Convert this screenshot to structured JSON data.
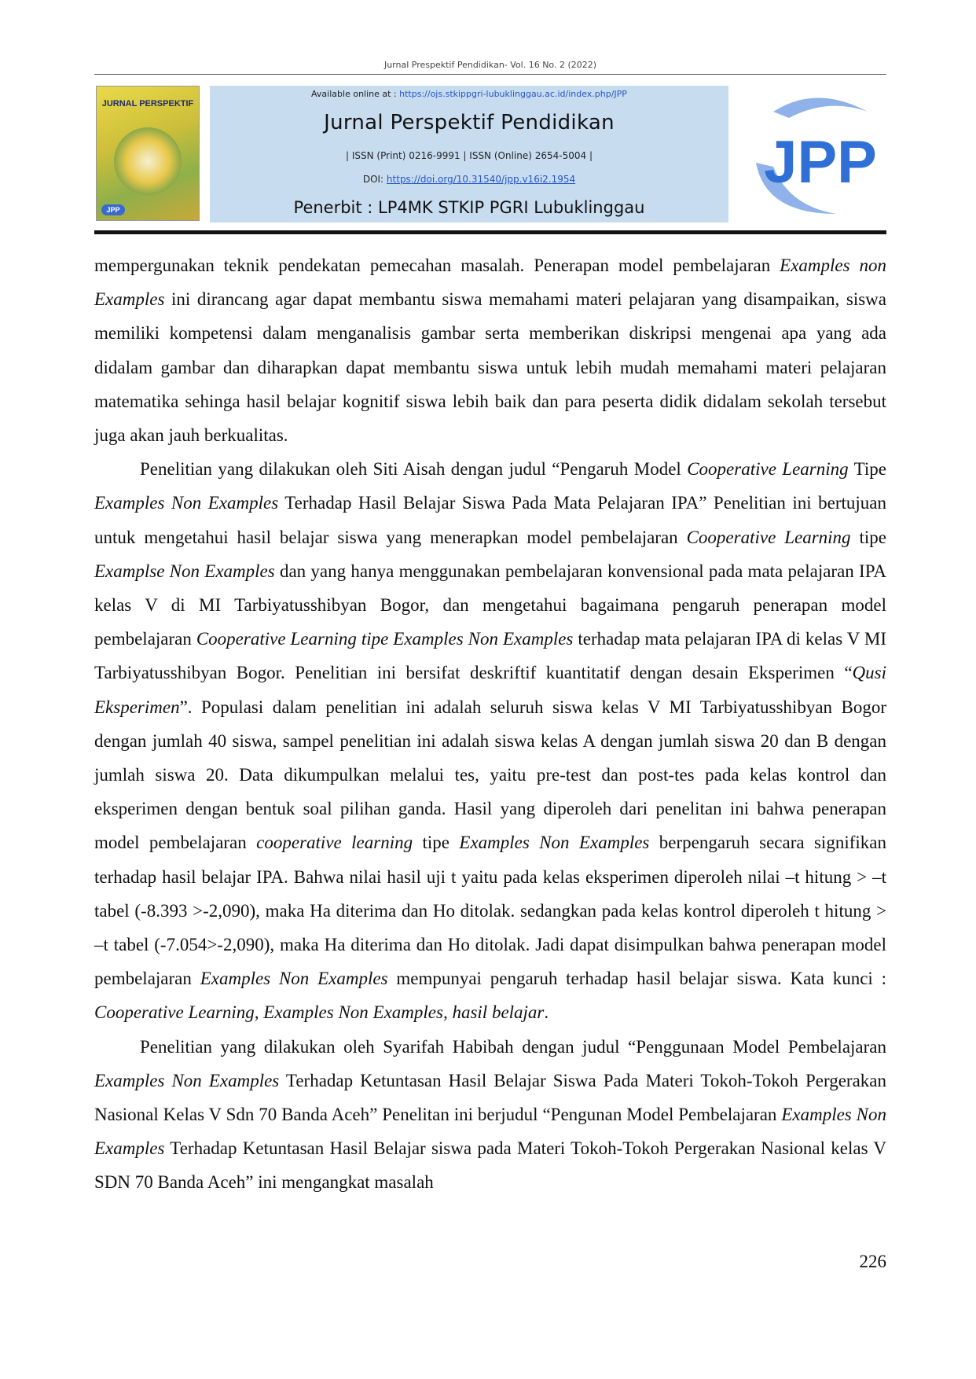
{
  "running_head": "Jurnal Prespektif Pendidikan- Vol. 16 No. 2 (2022)",
  "cover": {
    "title_line": "JURNAL PERSPEKTIF",
    "badge": "JPP"
  },
  "banner": {
    "available_prefix": "Available online at : ",
    "available_url": "https://ojs.stkippgri-lubuklinggau.ac.id/index.php/JPP",
    "journal_title": "Jurnal Perspektif Pendidikan",
    "issn": "| ISSN (Print) 0216-9991 | ISSN (Online) 2654-5004 |",
    "doi_prefix": "DOI: ",
    "doi_url": "https://doi.org/10.31540/jpp.v16i2.1954",
    "publisher": "Penerbit : LP4MK STKIP PGRI Lubuklinggau"
  },
  "logo": {
    "text": "JPP",
    "colors": {
      "primary": "#2f6fd6",
      "secondary": "#8fb2ea"
    }
  },
  "paragraphs": [
    {
      "indent": false,
      "segments": [
        {
          "t": "mempergunakan teknik pendekatan pemecahan masalah. Penerapan model pembelajaran "
        },
        {
          "t": "Examples non Examples",
          "i": true
        },
        {
          "t": " ini dirancang agar dapat membantu siswa memahami materi pelajaran yang disampaikan, siswa memiliki kompetensi dalam menganalisis gambar serta memberikan diskripsi mengenai apa yang ada didalam gambar dan diharapkan dapat membantu siswa untuk lebih mudah memahami materi pelajaran matematika sehinga hasil belajar kognitif siswa lebih baik dan para peserta didik didalam sekolah tersebut juga akan jauh berkualitas."
        }
      ]
    },
    {
      "indent": true,
      "segments": [
        {
          "t": "Penelitian yang dilakukan oleh Siti Aisah dengan judul “Pengaruh Model "
        },
        {
          "t": "Cooperative Learning",
          "i": true
        },
        {
          "t": " Tipe "
        },
        {
          "t": "Examples Non Examples",
          "i": true
        },
        {
          "t": " Terhadap Hasil Belajar Siswa Pada Mata Pelajaran IPA” Penelitian ini bertujuan untuk mengetahui hasil belajar siswa yang menerapkan model pembelajaran "
        },
        {
          "t": "Cooperative Learning",
          "i": true
        },
        {
          "t": " tipe "
        },
        {
          "t": "Examplse Non Examples",
          "i": true
        },
        {
          "t": " dan yang hanya menggunakan pembelajaran konvensional pada mata pelajaran IPA kelas V di MI Tarbiyatusshibyan Bogor, dan mengetahui bagaimana pengaruh penerapan model pembelajaran "
        },
        {
          "t": "Cooperative Learning tipe Examples Non Examples",
          "i": true
        },
        {
          "t": " terhadap mata pelajaran IPA di kelas V MI Tarbiyatusshibyan Bogor. Penelitian ini bersifat deskriftif kuantitatif dengan desain Eksperimen “"
        },
        {
          "t": "Qusi Eksperimen",
          "i": true
        },
        {
          "t": "”. Populasi dalam penelitian ini adalah seluruh siswa kelas V MI Tarbiyatusshibyan Bogor dengan jumlah 40 siswa, sampel penelitian ini adalah siswa kelas A dengan jumlah siswa 20 dan B dengan jumlah siswa 20. Data dikumpulkan melalui tes, yaitu pre-test dan post-tes pada kelas kontrol dan eksperimen dengan bentuk soal pilihan ganda. Hasil yang diperoleh dari penelitan ini bahwa penerapan model pembelajaran "
        },
        {
          "t": "cooperative learning",
          "i": true
        },
        {
          "t": " tipe "
        },
        {
          "t": "Examples Non Examples",
          "i": true
        },
        {
          "t": " berpengaruh secara signifikan terhadap hasil belajar IPA. Bahwa nilai hasil uji t yaitu pada kelas eksperimen diperoleh nilai –t hitung > –t tabel (-8.393 >-2,090), maka Ha diterima dan Ho ditolak. sedangkan pada kelas kontrol diperoleh t hitung > –t tabel (-7.054>-2,090), maka Ha diterima dan Ho ditolak. Jadi dapat disimpulkan bahwa penerapan model pembelajaran "
        },
        {
          "t": "Examples Non Examples",
          "i": true
        },
        {
          "t": " mempunyai pengaruh terhadap hasil belajar siswa. Kata kunci : "
        },
        {
          "t": "Cooperative Learning, Examples Non Examples, hasil belajar",
          "i": true
        },
        {
          "t": "."
        }
      ]
    },
    {
      "indent": true,
      "segments": [
        {
          "t": "Penelitian yang dilakukan oleh Syarifah Habibah dengan judul “Penggunaan Model Pembelajaran "
        },
        {
          "t": "Examples Non Examples",
          "i": true
        },
        {
          "t": " Terhadap Ketuntasan Hasil Belajar Siswa Pada Materi Tokoh-Tokoh Pergerakan Nasional Kelas V Sdn 70 Banda Aceh” Penelitan ini berjudul “Pengunan Model Pembelajaran "
        },
        {
          "t": "Examples Non Examples",
          "i": true
        },
        {
          "t": " Terhadap Ketuntasan Hasil Belajar siswa pada Materi Tokoh-Tokoh Pergerakan Nasional kelas V SDN 70 Banda Aceh” ini mengangkat masalah"
        }
      ]
    }
  ],
  "page_number": "226"
}
